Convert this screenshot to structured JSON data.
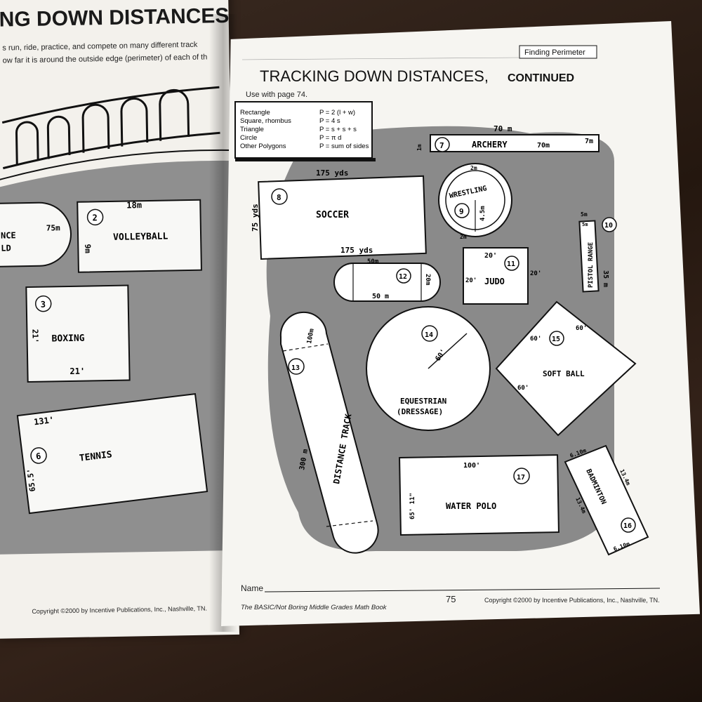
{
  "left_page": {
    "title_fragment": "NG DOWN DISTANCES",
    "intro_line1": "s run, ride, practice, and compete on many different track",
    "intro_line2": "ow far it is around the outside edge (perimeter) of each of th",
    "copyright": "Copyright ©2000 by Incentive Publications, Inc., Nashville, TN.",
    "shapes": [
      {
        "num": "2",
        "name": "VOLLEYBALL",
        "dims": [
          "18m",
          "9m"
        ]
      },
      {
        "num": "",
        "name": "NCE\nLD",
        "dims": [
          "75m"
        ]
      },
      {
        "num": "3",
        "name": "BOXING",
        "dims": [
          "21'",
          "21'"
        ]
      },
      {
        "num": "6",
        "name": "TENNIS",
        "dims": [
          "131'",
          "65.5'"
        ]
      }
    ]
  },
  "right_page": {
    "tag": "Finding Perimeter",
    "title": "TRACKING DOWN DISTANCES,",
    "title_continued": "CONTINUED",
    "subtitle": "Use with page 74.",
    "formulas": [
      {
        "shape": "Rectangle",
        "formula": "P = 2 (l + w)"
      },
      {
        "shape": "Square, rhombus",
        "formula": "P = 4 s"
      },
      {
        "shape": "Triangle",
        "formula": "P = s + s + s"
      },
      {
        "shape": "Circle",
        "formula": "P = π d"
      },
      {
        "shape": "Other Polygons",
        "formula": "P = sum of sides"
      }
    ],
    "shapes": {
      "archery": {
        "num": "7",
        "name": "ARCHERY",
        "dims": [
          "70 m",
          "70m",
          "7m",
          "1m"
        ]
      },
      "soccer": {
        "num": "8",
        "name": "SOCCER",
        "dims": [
          "175 yds",
          "175 yds",
          "75 yds"
        ]
      },
      "wrestling": {
        "num": "9",
        "name": "WRESTLING",
        "dims": [
          "2m",
          "4.5m",
          "2m"
        ]
      },
      "pistol": {
        "num": "10",
        "name": "PISTOL RANGE",
        "dims": [
          "5m",
          "5m",
          "35 m"
        ]
      },
      "judo": {
        "num": "11",
        "name": "JUDO",
        "dims": [
          "20'",
          "20'",
          "20'"
        ]
      },
      "track12": {
        "num": "12",
        "dims": [
          "50m",
          "50 m",
          "20m"
        ]
      },
      "distance": {
        "num": "13",
        "name": "DISTANCE TRACK",
        "dims": [
          "100m",
          "300 m"
        ]
      },
      "equestrian": {
        "num": "14",
        "name": "EQUESTRIAN",
        "name2": "(DRESSAGE)",
        "dims": [
          "60'"
        ]
      },
      "softball": {
        "num": "15",
        "name": "SOFT BALL",
        "dims": [
          "60'",
          "60'",
          "60'"
        ]
      },
      "badminton": {
        "num": "16",
        "name": "BADMINTON",
        "dims": [
          "6.10m",
          "13.4m",
          "13.4m",
          "6.10m"
        ]
      },
      "waterpolo": {
        "num": "17",
        "name": "WATER POLO",
        "dims": [
          "100'",
          "65' 11\""
        ]
      }
    },
    "name_label": "Name",
    "book_title": "The BASIC/Not Boring Middle Grades Math Book",
    "page_number": "75",
    "copyright": "Copyright ©2000 by Incentive Publications, Inc., Nashville, TN."
  },
  "colors": {
    "paper": "#f6f5f1",
    "ink": "#1a1a1a",
    "halftone": "#8a8a8a"
  }
}
